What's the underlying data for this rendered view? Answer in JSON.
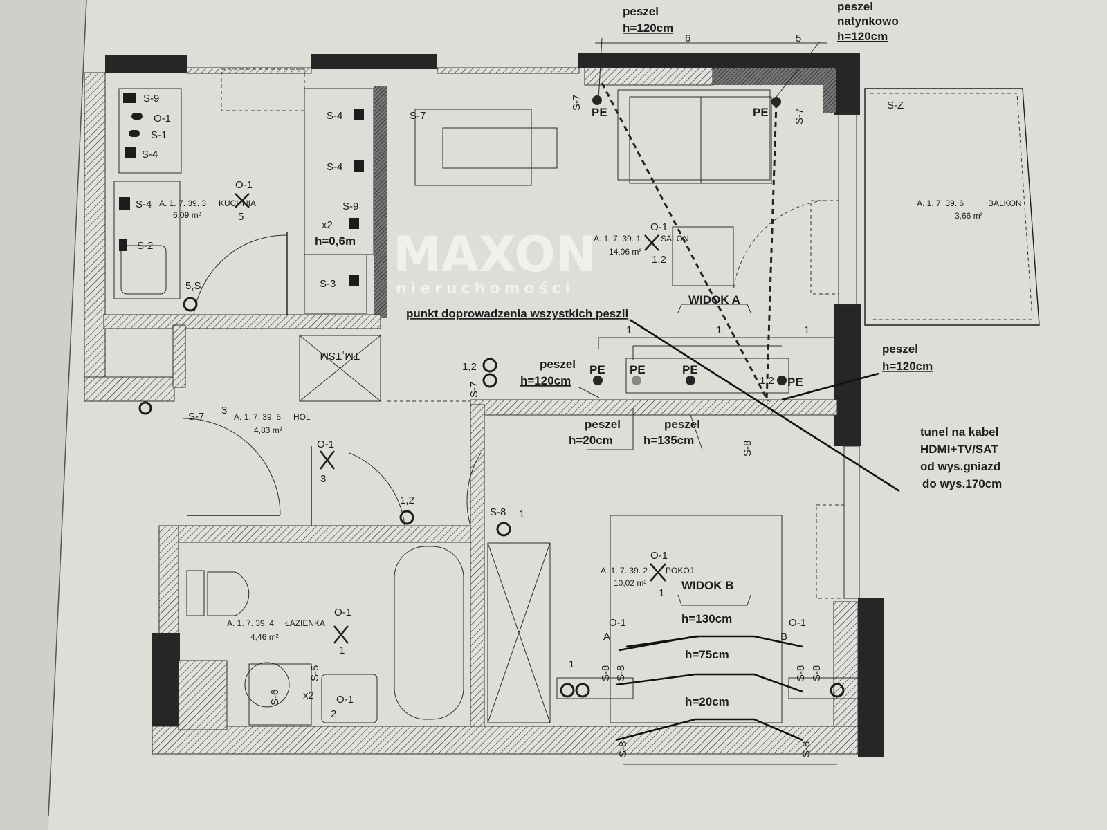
{
  "rooms": [
    {
      "id": "A. 1. 7. 39. 3",
      "name": "KUCHNIA",
      "area": "6,09 m²",
      "outlets": "5"
    },
    {
      "id": "A. 1. 7. 39. 1",
      "name": "SALON",
      "area": "14,06 m²",
      "outlets": "1,2"
    },
    {
      "id": "A. 1. 7. 39. 5",
      "name": "HOL",
      "area": "4,83 m²",
      "outlets": "3"
    },
    {
      "id": "A. 1. 7. 39. 4",
      "name": "ŁAZIENKA",
      "area": "4,46 m²",
      "outlets": "1"
    },
    {
      "id": "A. 1. 7. 39. 2",
      "name": "POKÓJ",
      "area": "10,02 m²",
      "outlets": "1"
    },
    {
      "id": "A. 1. 7. 39. 6",
      "name": "BALKON",
      "area": "3,66 m²"
    }
  ],
  "annotations": {
    "peszel": "peszel",
    "h120": "h=120cm",
    "natynkowo": "natynkowo",
    "h20": "h=20cm",
    "h135": "h=135cm",
    "h130": "h=130cm",
    "h75": "h=75cm",
    "punkt": "punkt doprowadzenia wszystkich peszli",
    "tunel": [
      "tunel na kabel",
      "HDMI+TV/SAT",
      "od wys.gniazd",
      "do wys.170cm"
    ],
    "widok_a": "WIDOK A",
    "widok_b": "WIDOK B",
    "x2": "x2",
    "h06": "h=0,6m",
    "tm_tsm": "TM,TSM",
    "pe": "PE"
  },
  "symbols": [
    "S-9",
    "O-1",
    "S-1",
    "S-4",
    "S-4",
    "S-2",
    "S-4",
    "S-4",
    "S-9",
    "S-3",
    "S-7",
    "S-7",
    "S-7",
    "S-Z",
    "O-1",
    "O-1",
    "O-1",
    "O-1",
    "O-1",
    "O-1",
    "O-1",
    "S-7",
    "S-8",
    "S-8",
    "S-8",
    "S-8",
    "S-8",
    "S-8",
    "S-8",
    "S-6",
    "S-5",
    "x2",
    "O-1",
    "5,S",
    "1,2",
    "1,2",
    "3",
    "1,2",
    "1",
    "A",
    "B",
    "1",
    "2",
    "S-7",
    "S-8"
  ],
  "dimensions": [
    "6",
    "5",
    "1",
    "1",
    "1"
  ],
  "watermark": {
    "brand": "MAXON",
    "sub": "nieruchomości"
  }
}
